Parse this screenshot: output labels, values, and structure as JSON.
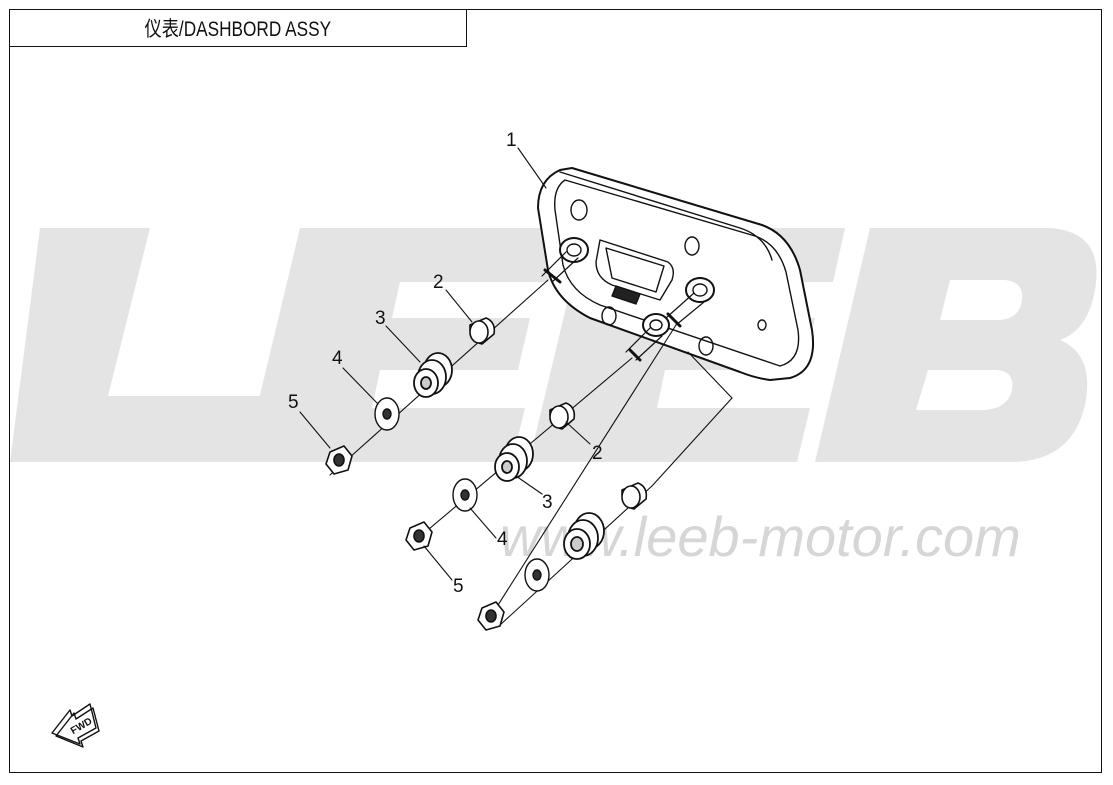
{
  "title": "仪表/DASHBORD ASSY",
  "watermark": {
    "brand": "LEEB",
    "url": "www.leeb-motor.com",
    "color": "#e2e2e2"
  },
  "callouts": {
    "c1": "1",
    "c2a": "2",
    "c2b": "2",
    "c3a": "3",
    "c3b": "3",
    "c4a": "4",
    "c4b": "4",
    "c5a": "5",
    "c5b": "5"
  },
  "fwd_label": "FWD",
  "colors": {
    "line": "#111111",
    "background": "#ffffff",
    "watermark": "#e2e2e2"
  }
}
